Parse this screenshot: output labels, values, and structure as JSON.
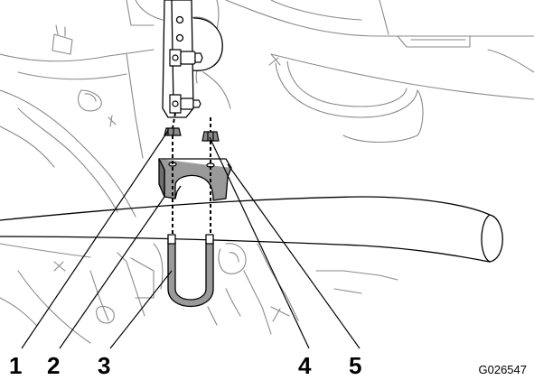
{
  "callouts": [
    "1",
    "2",
    "3",
    "4",
    "5"
  ],
  "figure_id": "G026547",
  "colors": {
    "line": "#000000",
    "background_line": "#8a8a8a",
    "part_fill": "#9a9a9a",
    "part_dark": "#6e6e6e",
    "paper": "#ffffff"
  }
}
